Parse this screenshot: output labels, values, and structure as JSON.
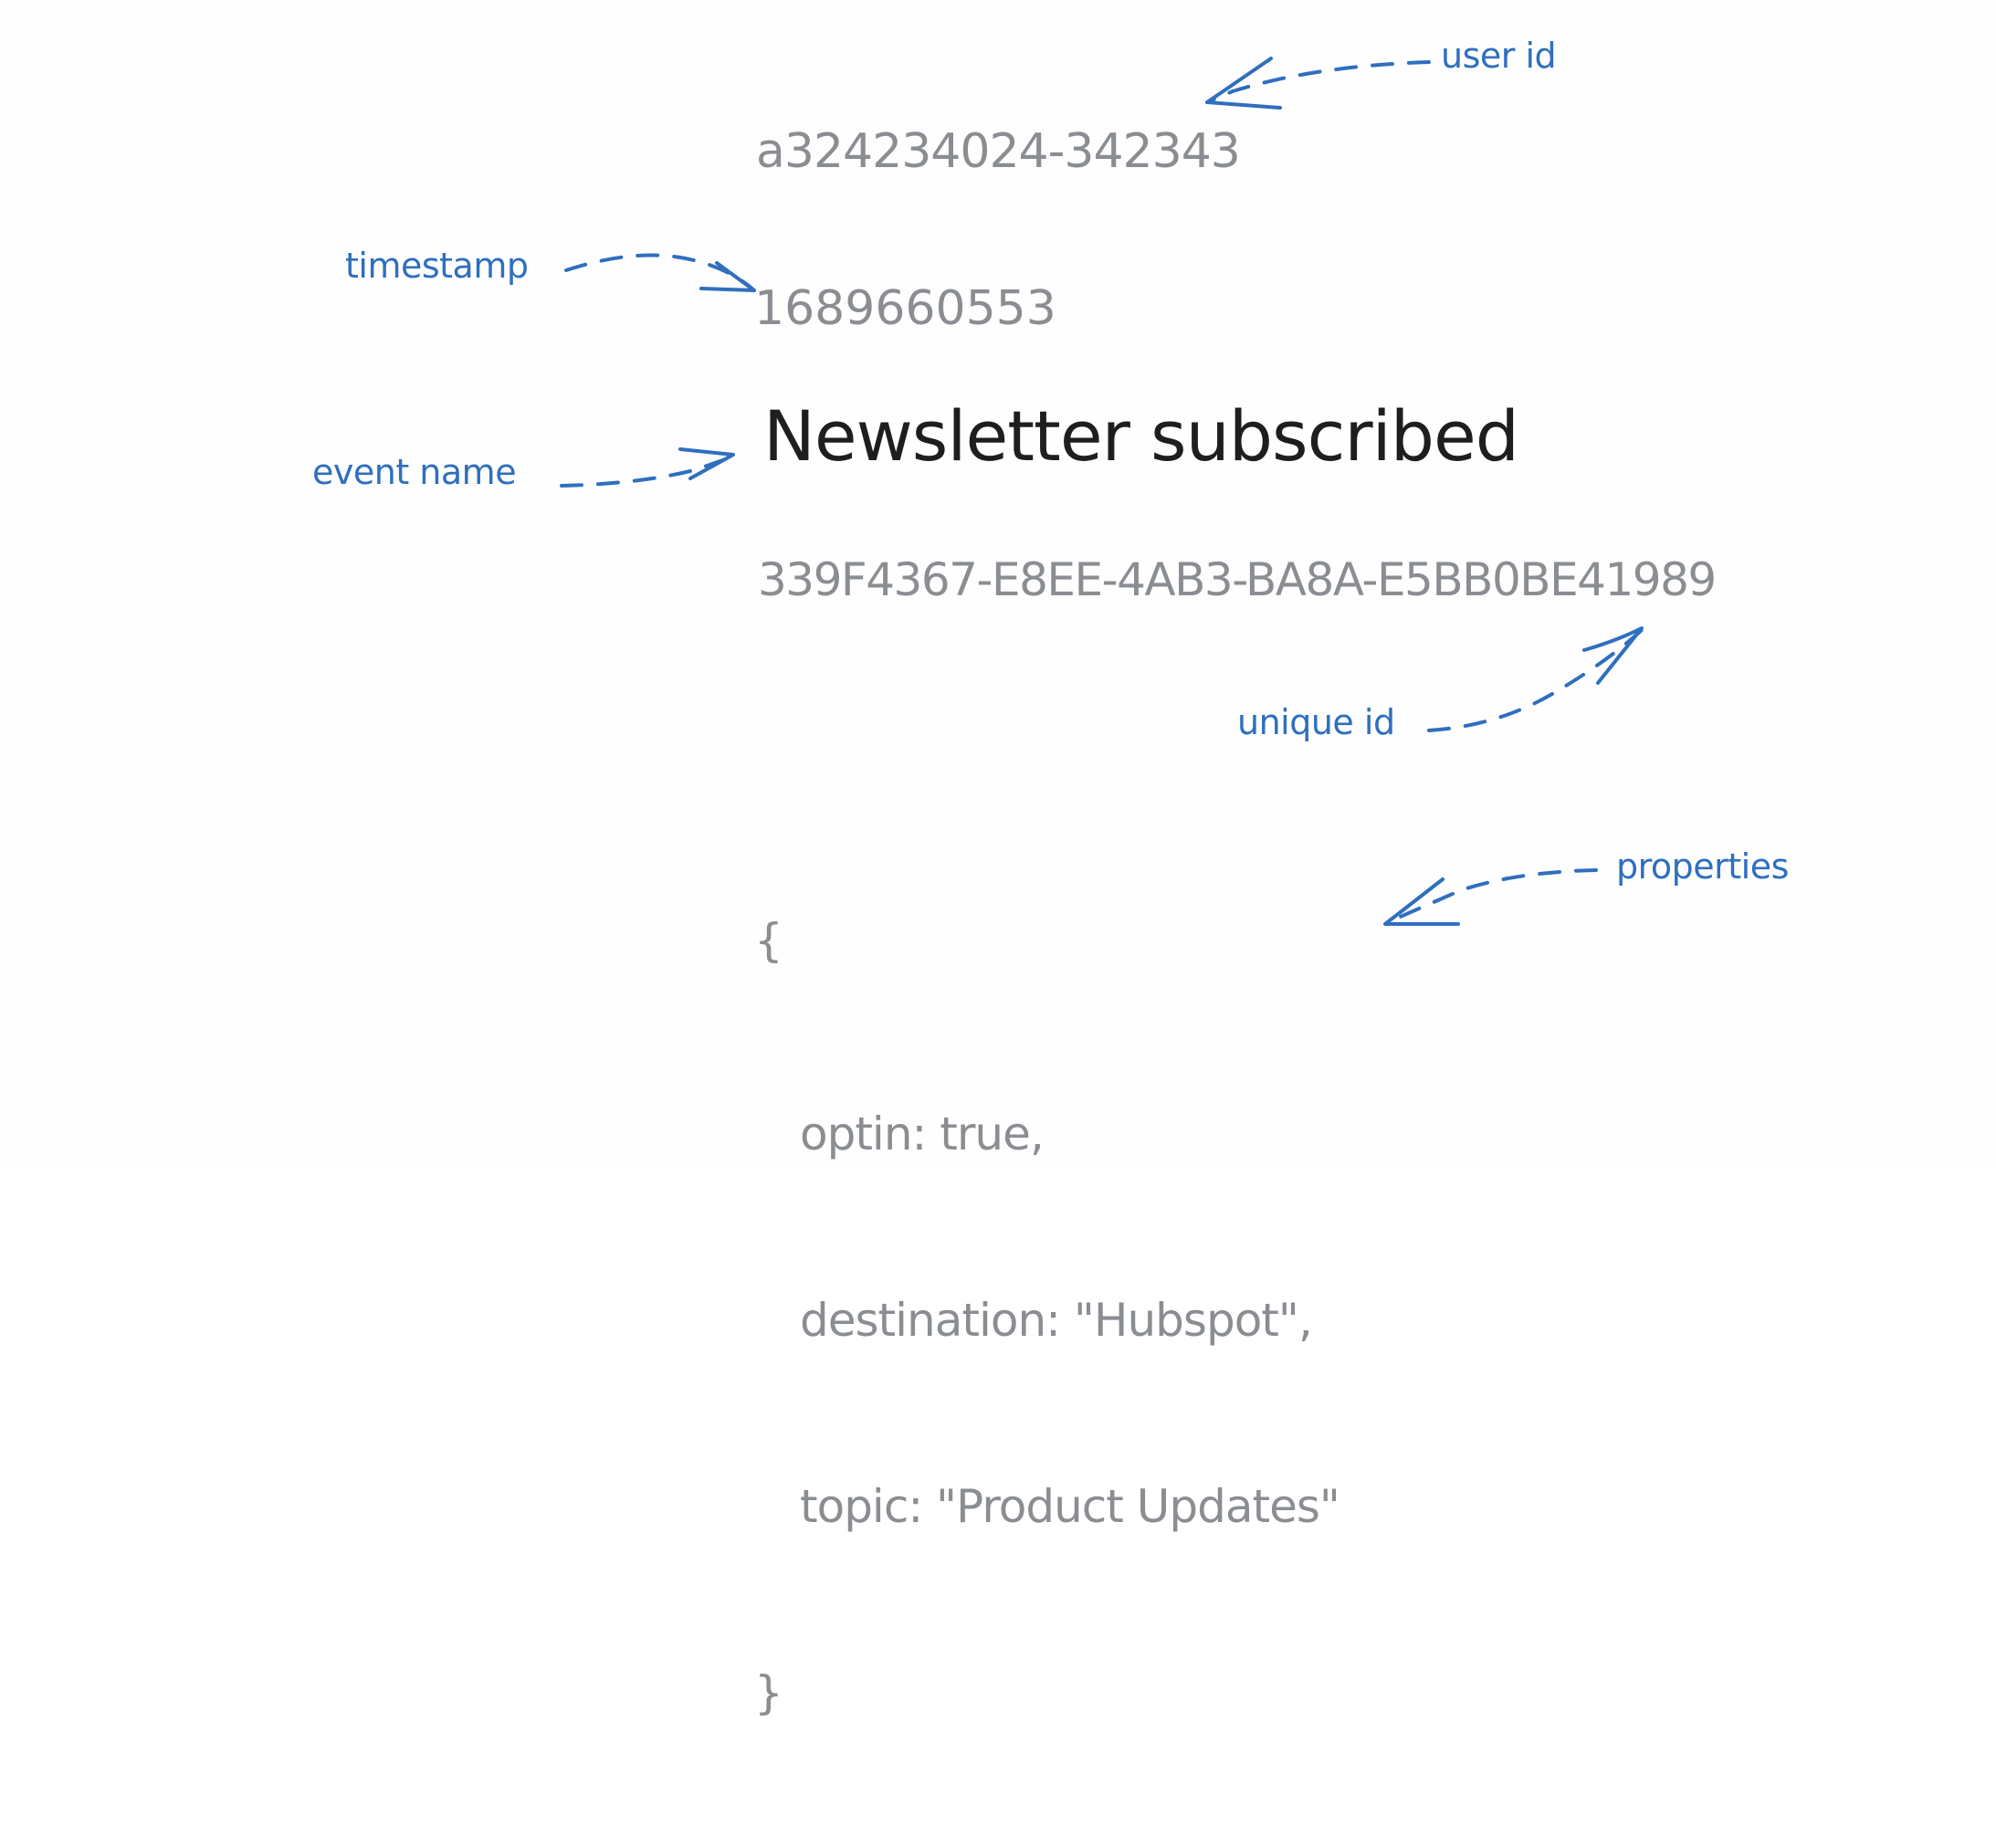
{
  "event": {
    "user_id": "a324234024-342343",
    "timestamp": "1689660553",
    "event_name": "Newsletter subscribed",
    "unique_id": "339F4367-E8EE-4AB3-BA8A-E5BB0BE41989",
    "properties": {
      "open_brace": "{",
      "lines": [
        "optin: true,",
        "destination: \"Hubspot\",",
        "topic: \"Product Updates\""
      ],
      "close_brace": "}"
    }
  },
  "annotations": {
    "user_id": "user id",
    "timestamp": "timestamp",
    "event_name": "event name",
    "unique_id": "unique id",
    "properties": "properties"
  },
  "colors": {
    "annotation_blue": "#2f6fbe",
    "value_gray": "#8a8d91",
    "event_name_black": "#1e1e1e",
    "background": "#fefefe"
  }
}
